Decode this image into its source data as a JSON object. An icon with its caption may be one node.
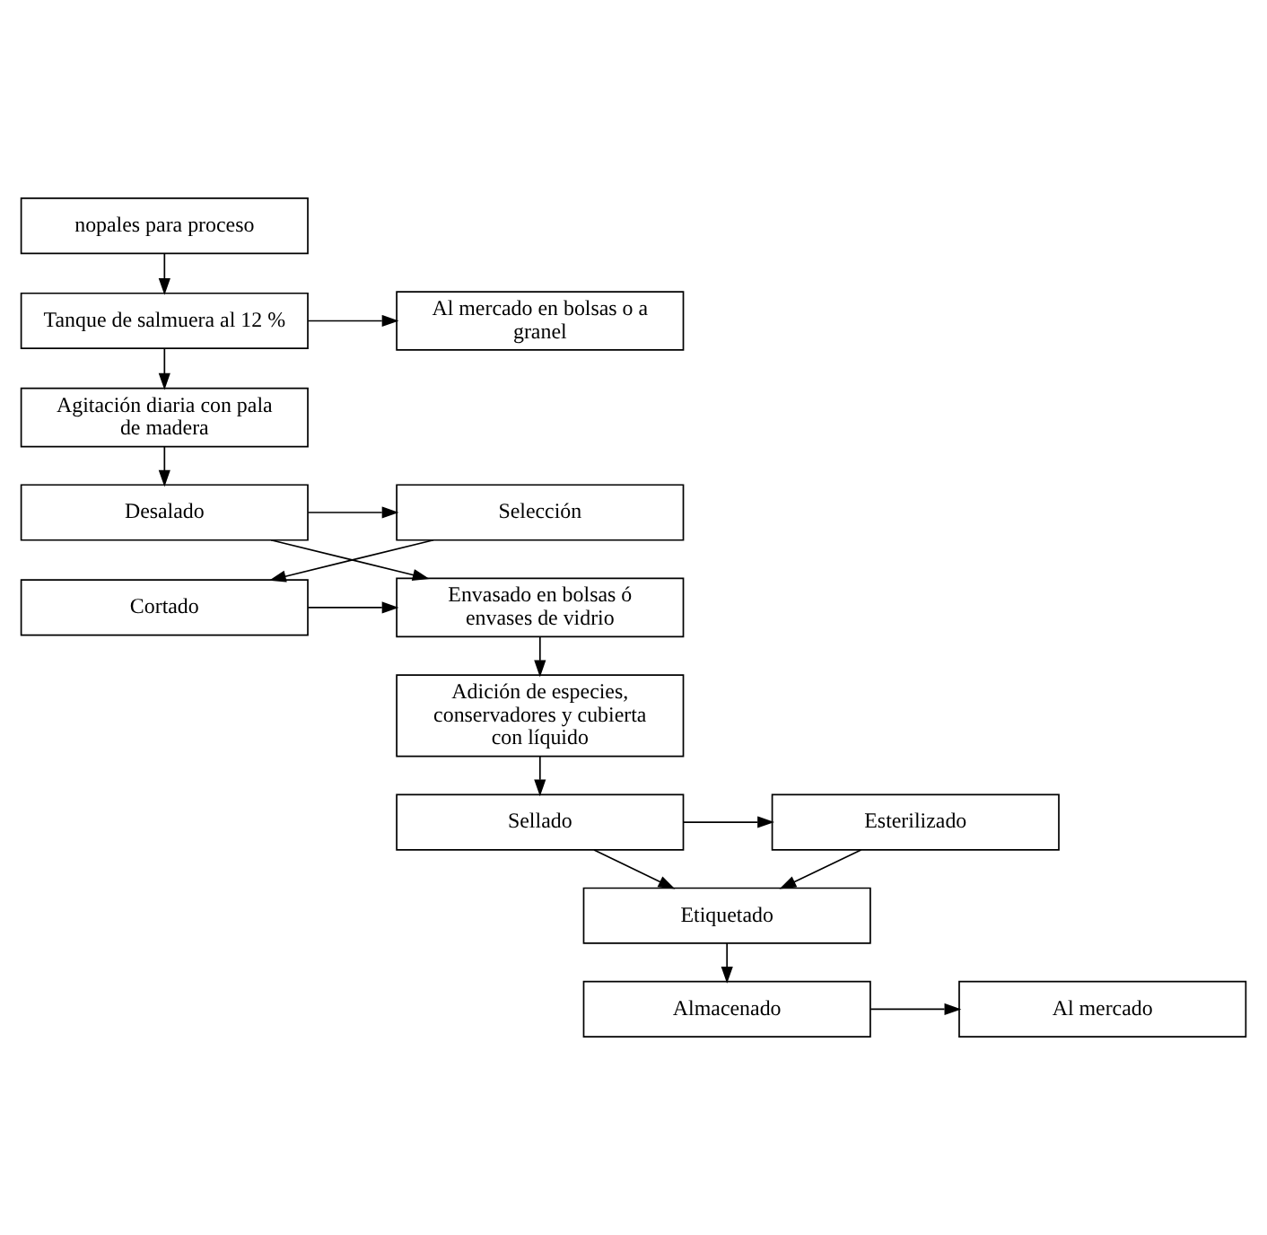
{
  "diagram": {
    "nodes": [
      {
        "text": [
          "nopales para proceso"
        ]
      },
      {
        "text": [
          "Al mercado en bolsas o a granel"
        ]
      },
      {
        "text": [
          "Tanque de salmuera al 12 %"
        ]
      },
      {
        "text": [
          "Agitación diaria con pala de madera"
        ]
      },
      {
        "text": [
          "Desalado"
        ]
      },
      {
        "text": [
          "Selección"
        ]
      },
      {
        "text": [
          "Envasado en bolsas ó envases de vidrio"
        ]
      },
      {
        "text": [
          "Cortado"
        ]
      },
      {
        "text": [
          "Adición de especies, conservadores y cubierta con líquido"
        ]
      },
      {
        "text": [
          "Sellado"
        ]
      },
      {
        "text": [
          "Esterilizado"
        ]
      },
      {
        "text": [
          "Etiquetado"
        ]
      },
      {
        "text": [
          "Almacenado"
        ]
      },
      {
        "text": [
          "Al mercado"
        ]
      }
    ],
    "edges": [
      {
        "from": 0,
        "to": 2,
        "arrow": "to"
      },
      {
        "from": 2,
        "to": 1,
        "arrow": "to"
      },
      {
        "from": 2,
        "to": 3,
        "arrow": "to"
      },
      {
        "from": 3,
        "to": 4,
        "arrow": "to"
      },
      {
        "from": 4,
        "to": 5,
        "arrow": "to"
      },
      {
        "from": 4,
        "to": 6,
        "arrow": "to"
      },
      {
        "from": 5,
        "to": 7,
        "arrow": "to"
      },
      {
        "from": 7,
        "to": 6,
        "arrow": "to"
      },
      {
        "from": 6,
        "to": 8,
        "arrow": "to"
      },
      {
        "from": 8,
        "to": 9,
        "arrow": "to"
      },
      {
        "from": 9,
        "to": 10,
        "arrow": "to"
      },
      {
        "from": 9,
        "to": 11,
        "arrow": "to"
      },
      {
        "from": 10,
        "to": 11,
        "arrow": "to"
      },
      {
        "from": 11,
        "to": 12,
        "arrow": "to"
      },
      {
        "from": 12,
        "to": 13,
        "arrow": "to"
      }
    ]
  }
}
